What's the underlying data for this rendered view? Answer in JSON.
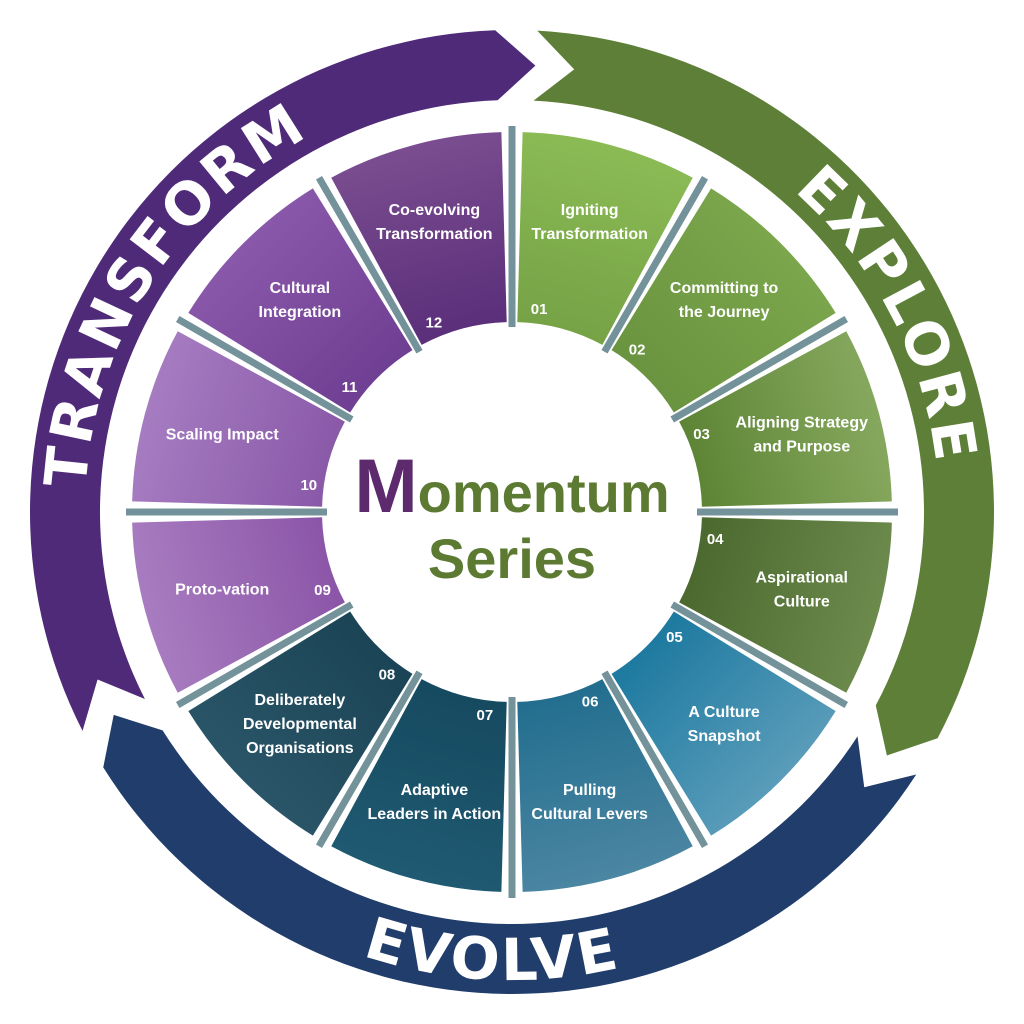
{
  "phases": [
    {
      "label": "EXPLORE",
      "color": "#5e7f37"
    },
    {
      "label": "EVOLVE",
      "color": "#213d6b"
    },
    {
      "label": "TRANSFORM",
      "color": "#4e2a79"
    }
  ],
  "center": {
    "title_initial": "M",
    "title_rest": "omentum",
    "subtitle": "Series",
    "initial_color": "#5d2a6e",
    "text_color": "#5c7a32"
  },
  "segments": [
    {
      "number": "01",
      "lines": [
        "Igniting",
        "Transformation"
      ],
      "color_outer": "#8bbb55",
      "color_inner": "#76a346"
    },
    {
      "number": "02",
      "lines": [
        "Committing to",
        "the Journey"
      ],
      "color_outer": "#7ba64c",
      "color_inner": "#6a943f"
    },
    {
      "number": "03",
      "lines": [
        "Aligning Strategy",
        "and Purpose"
      ],
      "color_outer": "#86a85e",
      "color_inner": "#5e8536"
    },
    {
      "number": "04",
      "lines": [
        "Aspirational",
        "Culture"
      ],
      "color_outer": "#6c8a4c",
      "color_inner": "#4c6a2f"
    },
    {
      "number": "05",
      "lines": [
        "A Culture",
        "Snapshot"
      ],
      "color_outer": "#5a9cba",
      "color_inner": "#1e7aa0"
    },
    {
      "number": "06",
      "lines": [
        "Pulling",
        "Cultural Levers"
      ],
      "color_outer": "#4b86a2",
      "color_inner": "#236e8f"
    },
    {
      "number": "07",
      "lines": [
        "Adaptive",
        "Leaders in Action"
      ],
      "color_outer": "#1f5a72",
      "color_inner": "#164a60"
    },
    {
      "number": "08",
      "lines": [
        "Deliberately",
        "Developmental",
        "Organisations"
      ],
      "color_outer": "#2a5568",
      "color_inner": "#1b4556"
    },
    {
      "number": "09",
      "lines": [
        "Proto-vation"
      ],
      "color_outer": "#a87cc0",
      "color_inner": "#8c56a8"
    },
    {
      "number": "10",
      "lines": [
        "Scaling Impact"
      ],
      "color_outer": "#a67cc1",
      "color_inner": "#8a5aa9"
    },
    {
      "number": "11",
      "lines": [
        "Cultural",
        "Integration"
      ],
      "color_outer": "#8a58aa",
      "color_inner": "#6f3f93"
    },
    {
      "number": "12",
      "lines": [
        "Co-evolving",
        "Transformation"
      ],
      "color_outer": "#7a4d90",
      "color_inner": "#5b2f7a"
    }
  ]
}
